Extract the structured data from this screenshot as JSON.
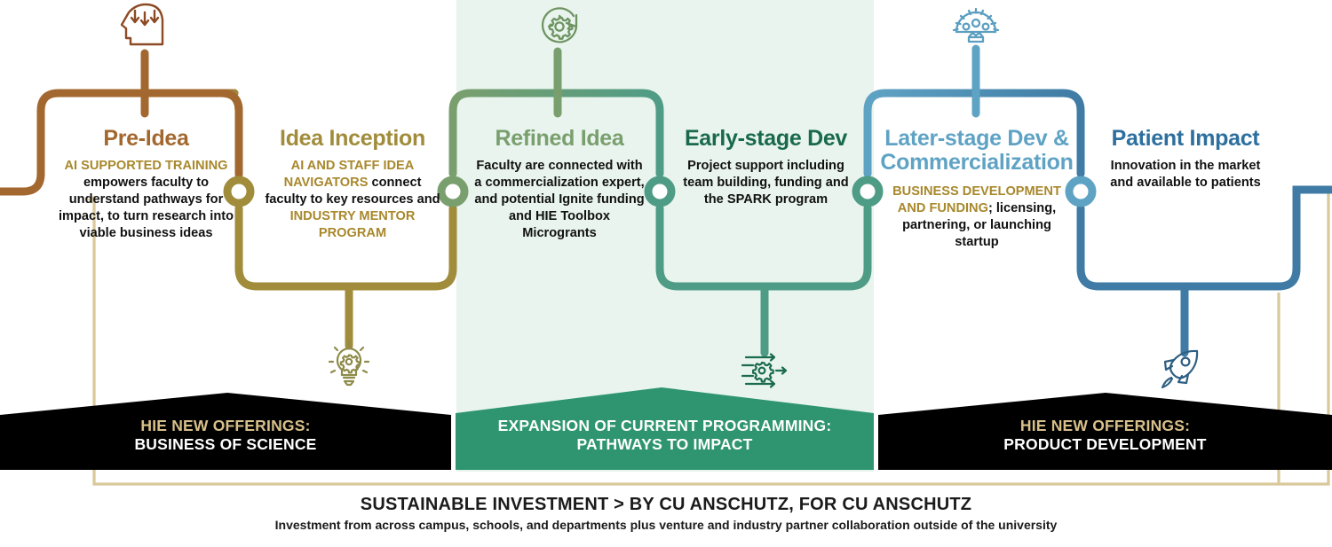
{
  "colors": {
    "preidea": "#a3682f",
    "idea_inception": "#a08c3a",
    "refined_idea": "#7a9f6e",
    "early_stage": "#4f9c86",
    "later_stage": "#5fa3c4",
    "patient_impact": "#3f7ba4",
    "gold_text": "#a8882c",
    "green_banner": "#2f9570",
    "black_banner": "#000000",
    "banner_gold": "#d8c08a",
    "tan_line": "#d9c89a",
    "mid_band_bg": "#e8f4ed"
  },
  "stages": [
    {
      "id": "pre-idea",
      "title": "Pre-Idea",
      "title_color": "#a3682f",
      "body_runs": [
        {
          "text": "AI SUPPORTED TRAINING ",
          "style": "gold"
        },
        {
          "text": "empowers faculty to understand pathways for impact, to turn research into viable business ideas",
          "style": "plain"
        }
      ],
      "icon": "head-with-arrows-icon"
    },
    {
      "id": "idea-inception",
      "title": "Idea Inception",
      "title_color": "#a08c3a",
      "body_runs": [
        {
          "text": "AI AND STAFF IDEA NAVIGATORS ",
          "style": "gold"
        },
        {
          "text": "connect faculty to key resources and ",
          "style": "plain"
        },
        {
          "text": "INDUSTRY MENTOR PROGRAM",
          "style": "gold"
        }
      ],
      "icon": "lightbulb-gear-icon"
    },
    {
      "id": "refined-idea",
      "title": "Refined Idea",
      "title_color": "#7a9f6e",
      "body_runs": [
        {
          "text": "Faculty are connected with a commercialization expert, and potential Ignite funding and HIE Toolbox Microgrants",
          "style": "plain"
        }
      ],
      "icon": "gear-refresh-icon"
    },
    {
      "id": "early-stage-dev",
      "title": "Early-stage Dev",
      "title_color": "#19694f",
      "body_runs": [
        {
          "text": "Project support including team building, funding and the SPARK program",
          "style": "plain"
        }
      ],
      "icon": "gear-arrows-icon"
    },
    {
      "id": "later-stage-dev",
      "title": "Later-stage Dev & Commercialization",
      "title_color": "#5fa3c4",
      "body_runs": [
        {
          "text": "BUSINESS DEVELOPMENT AND FUNDING",
          "style": "gold"
        },
        {
          "text": "; licensing, partnering, or launching startup",
          "style": "plain"
        }
      ],
      "icon": "gear-people-icon"
    },
    {
      "id": "patient-impact",
      "title": "Patient Impact",
      "title_color": "#2d6f9e",
      "body_runs": [
        {
          "text": "Innovation in the market and available to patients",
          "style": "plain"
        }
      ],
      "icon": "rocket-icon"
    }
  ],
  "banners": [
    {
      "id": "business-of-science",
      "line1": "HIE NEW OFFERINGS:",
      "line2": "BUSINESS OF SCIENCE",
      "bg": "#000000",
      "line1_color": "#d8c08a",
      "line2_color": "#ffffff"
    },
    {
      "id": "pathways-to-impact",
      "line1": "EXPANSION OF CURRENT PROGRAMMING:",
      "line2": "PATHWAYS TO IMPACT",
      "bg": "#2f9570",
      "line1_color": "#ffffff",
      "line2_color": "#ffffff"
    },
    {
      "id": "product-development",
      "line1": "HIE NEW OFFERINGS:",
      "line2": "PRODUCT DEVELOPMENT",
      "bg": "#000000",
      "line1_color": "#d8c08a",
      "line2_color": "#ffffff"
    }
  ],
  "footer": {
    "headline": "SUSTAINABLE INVESTMENT > BY CU ANSCHUTZ, FOR CU ANSCHUTZ",
    "subline": "Investment from across campus, schools, and departments plus venture and industry partner collaboration outside of the university"
  }
}
